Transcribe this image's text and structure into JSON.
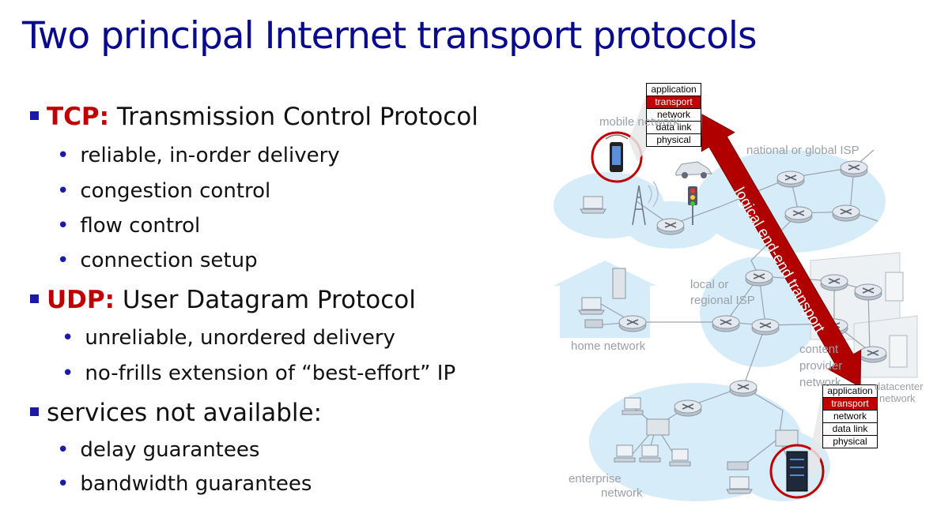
{
  "slide": {
    "title": "Two principal Internet transport protocols"
  },
  "bullets": {
    "tcp": {
      "name": "TCP:",
      "desc": "Transmission Control Protocol",
      "items": [
        "reliable, in-order delivery",
        "congestion control",
        "flow control",
        "connection setup"
      ]
    },
    "udp": {
      "name": "UDP:",
      "desc": "User Datagram Protocol",
      "items": [
        "unreliable, unordered delivery",
        "no-frills extension of “best-effort” IP"
      ]
    },
    "unavailable": {
      "label": "services not available:",
      "items": [
        "delay guarantees",
        "bandwidth guarantees"
      ]
    }
  },
  "diagram": {
    "stack_layers": [
      "application",
      "transport",
      "network",
      "data link",
      "physical"
    ],
    "arrow_label": "logical end-end transport",
    "labels": {
      "mobile": "mobile network",
      "isp_global": "national or global ISP",
      "isp_local_1": "local or",
      "isp_local_2": "regional ISP",
      "home": "home network",
      "content_1": "content",
      "content_2": "provider",
      "content_3": "network",
      "datacenter_1": "datacenter",
      "datacenter_2": "network",
      "enterprise_1": "enterprise",
      "enterprise_2": "network"
    },
    "colors": {
      "title": "#0a0a8c",
      "highlight": "#c00000",
      "arrow": "#b00000",
      "cloud": "#d6ecf8"
    }
  }
}
